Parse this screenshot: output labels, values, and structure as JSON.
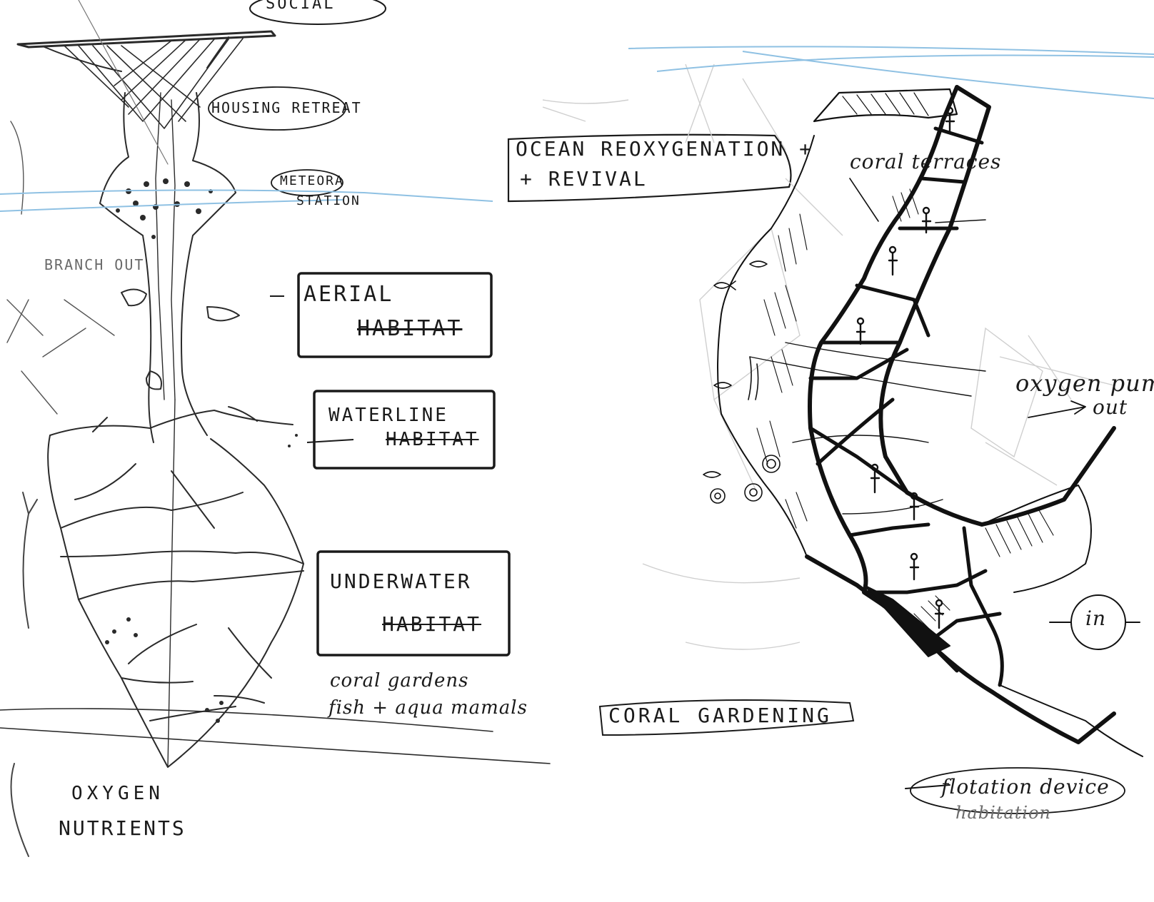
{
  "labels": {
    "social": "SOCIAL",
    "housing_retreat": "HOUSING RETREAT",
    "meteora_station_1": "METEORA",
    "meteora_station_2": "STATION",
    "branch_out": "BRANCH OUT",
    "aerial_1": "AERIAL",
    "aerial_2": "HABITAT",
    "waterline_1": "WATERLINE",
    "waterline_2": "HABITAT",
    "underwater_1": "UNDERWATER",
    "underwater_2": "HABITAT",
    "coral_gardens_1": "coral gardens",
    "coral_gardens_2": "fish + aqua mamals",
    "oxygen_nutrients_1": "OXYGEN",
    "oxygen_nutrients_2": "NUTRIENTS",
    "ocean_reox_1": "OCEAN REOXYGENATION +",
    "ocean_reox_2": "+ REVIVAL",
    "coral_terraces": "coral terraces",
    "oxygen_pump_1": "oxygen pum",
    "oxygen_pump_2": "out",
    "in": "in",
    "coral_gardening": "CORAL GARDENING",
    "flotation_1": "flotation device",
    "flotation_2": "habitation"
  },
  "colors": {
    "ink": "#141414",
    "pencil": "#3a3a3a",
    "faint": "#c9c9c9",
    "waterline": "#8fc1e3"
  }
}
